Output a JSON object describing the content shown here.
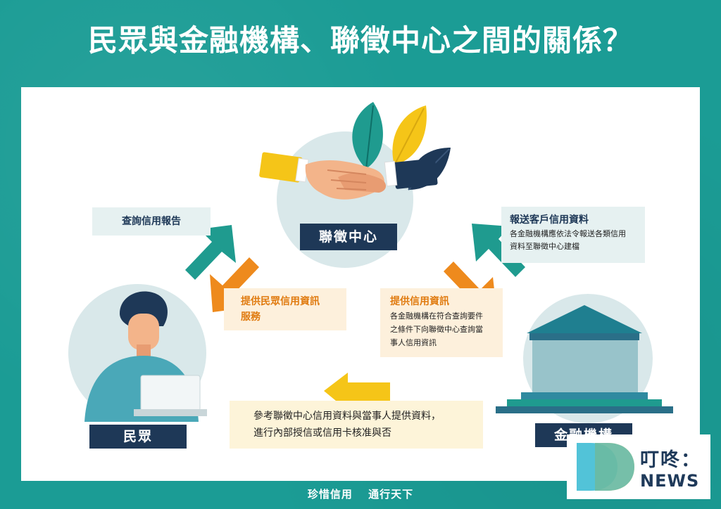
{
  "title": "民眾與金融機構、聯徵中心之間的關係？",
  "nodes": {
    "center": "聯徵中心",
    "person": "民眾",
    "bank": "金融機構"
  },
  "flows": {
    "query": "查詢信用報告",
    "provide_public_line1": "提供民眾信用資訊",
    "provide_public_line2": "服務",
    "report_head": "報送客戶信用資料",
    "report_body_line1": "各金融機構應依法令報送各類信用",
    "report_body_line2": "資料至聯徵中心建檔",
    "provide_head": "提供信用資訊",
    "provide_body_line1": "各金融機構在符合查詢要件",
    "provide_body_line2": "之條件下向聯徵中心查詢當",
    "provide_body_line3": "事人信用資訊",
    "refer_line1": "參考聯徵中心信用資料與當事人提供資料，",
    "refer_line2": "進行內部授信或信用卡核准與否"
  },
  "footer": {
    "left": "珍惜信用",
    "right": "通行天下"
  },
  "logo": {
    "zh": "叮咚：",
    "en": "NEWS"
  },
  "colors": {
    "background": "#1b9c95",
    "teal_arrow": "#1f9b8f",
    "orange_arrow": "#ee8a1d",
    "yellow_arrow": "#f5c518",
    "navy": "#1e3857"
  }
}
